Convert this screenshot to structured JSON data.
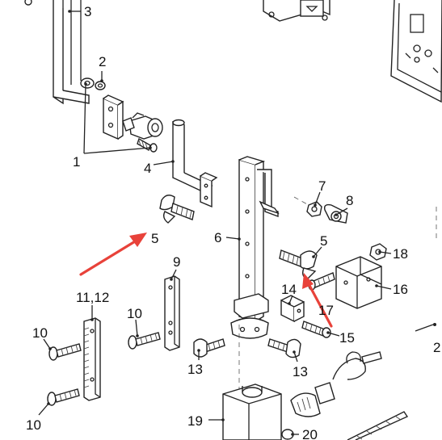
{
  "labels": {
    "l3": "3",
    "l2": "2",
    "l1": "1",
    "l4": "4",
    "l7": "7",
    "l8": "8",
    "l5a": "5",
    "l6": "6",
    "l5b": "5",
    "l18": "18",
    "l9": "9",
    "l16": "16",
    "l11_12": "11,12",
    "l14": "14",
    "l17": "17",
    "l10a": "10",
    "l10b": "10",
    "l15": "15",
    "l2b": "2",
    "l13a": "13",
    "l13b": "13",
    "l10c": "10",
    "l19": "19",
    "l20": "20"
  },
  "colors": {
    "arrow": "#e8423a",
    "line": "#222222"
  }
}
